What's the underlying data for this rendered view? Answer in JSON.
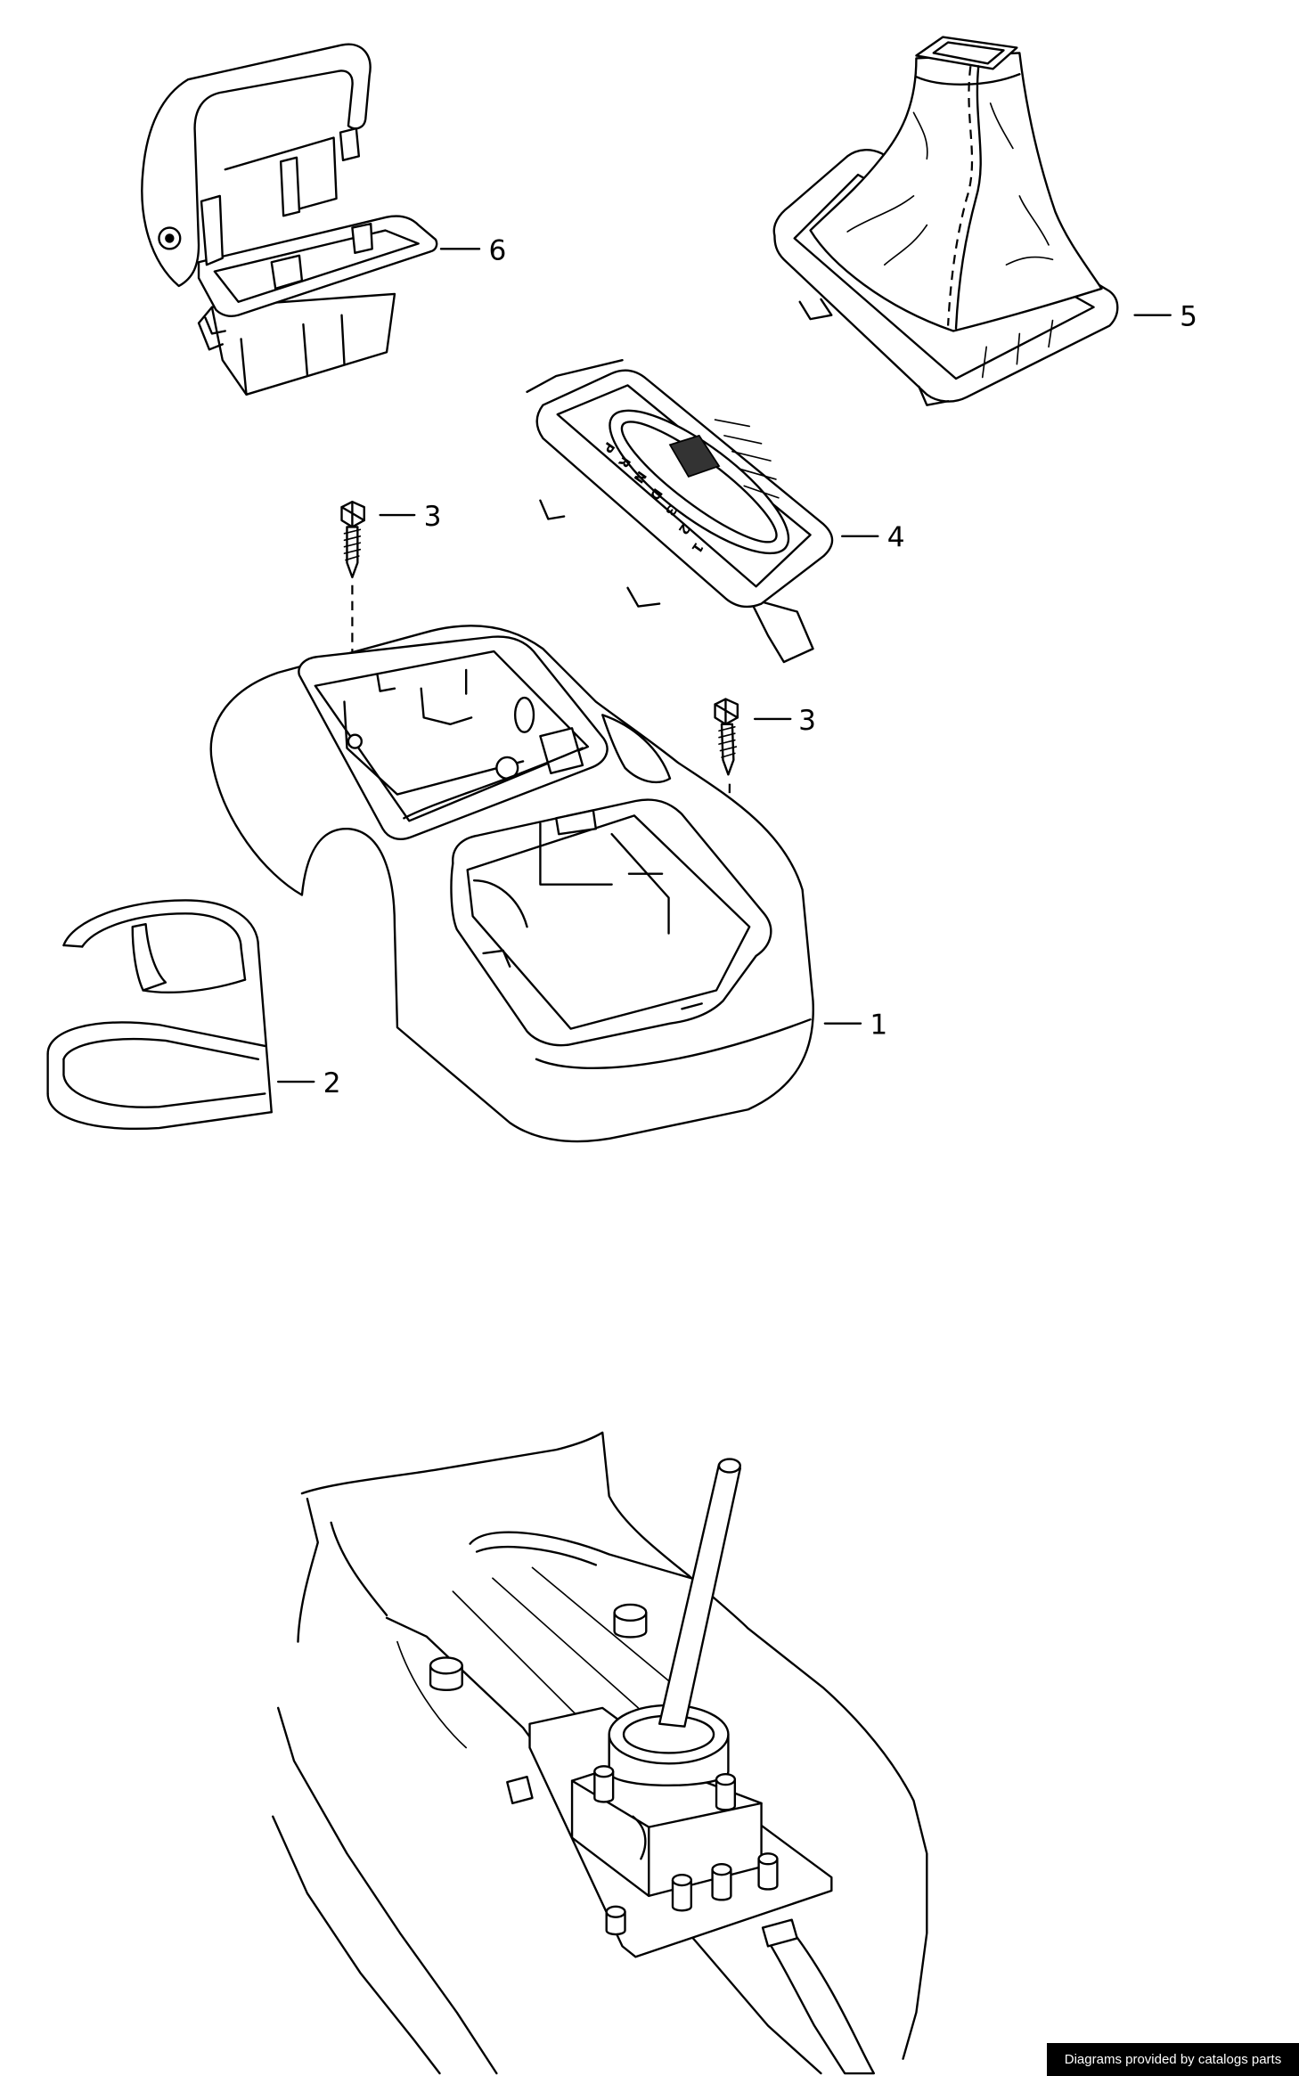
{
  "diagram": {
    "callouts": [
      {
        "label": "6"
      },
      {
        "label": "5"
      },
      {
        "label": "4"
      },
      {
        "label": "3"
      },
      {
        "label": "3"
      },
      {
        "label": "1"
      },
      {
        "label": "2"
      }
    ],
    "gear_indicator": {
      "positions": [
        "P",
        "R",
        "N",
        "D",
        "3",
        "2",
        "1"
      ]
    }
  },
  "footer": {
    "text": "Diagrams provided by catalogs parts"
  },
  "colors": {
    "line": "#000000",
    "background": "#ffffff",
    "footer_background": "#000000",
    "footer_text": "#ffffff"
  }
}
